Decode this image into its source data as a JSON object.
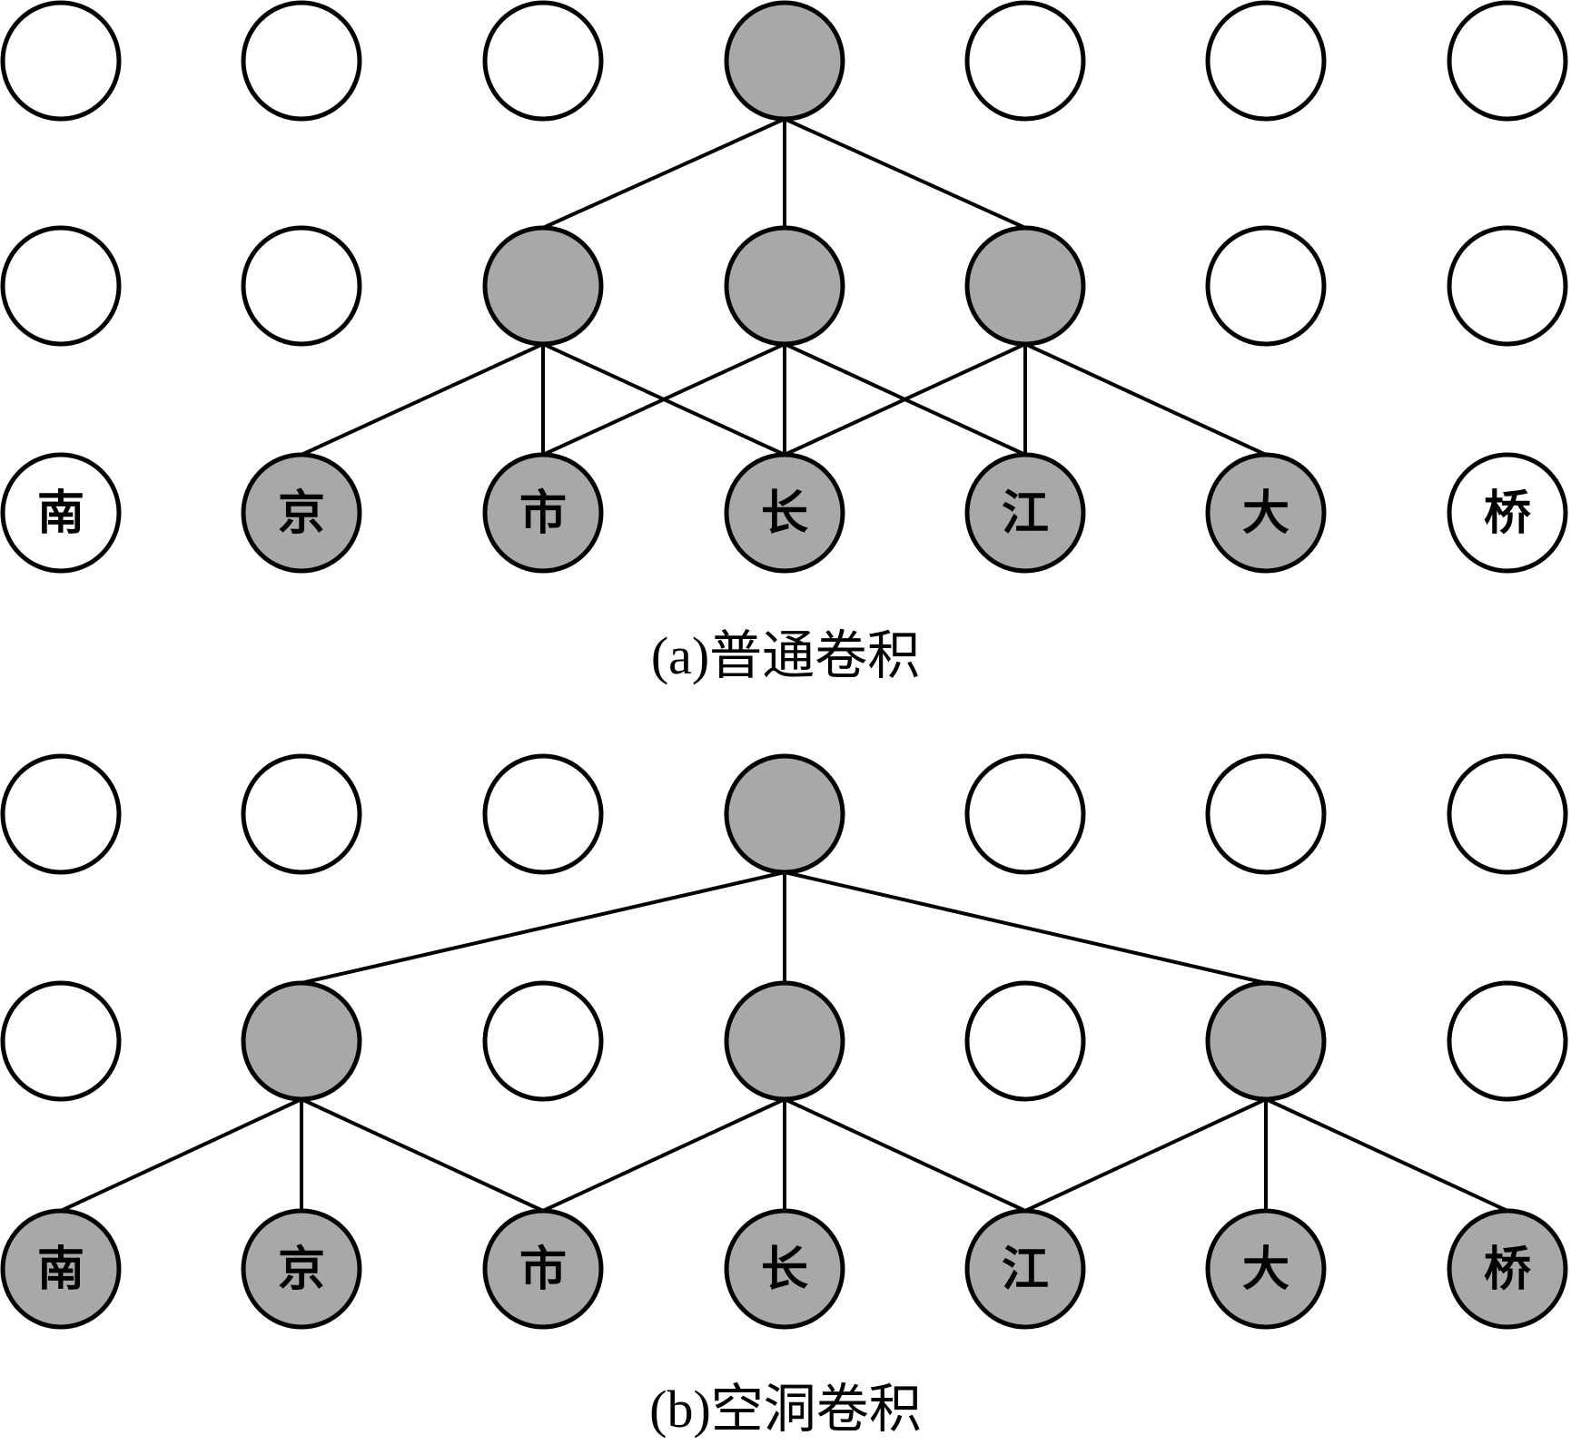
{
  "colors": {
    "active_fill": "#a8a8a8",
    "inactive_fill": "#ffffff",
    "stroke": "#000000"
  },
  "panels": [
    {
      "id": "a",
      "caption": "(a)普通卷积",
      "layers": [
        {
          "active": [
            false,
            false,
            false,
            true,
            false,
            false,
            false
          ]
        },
        {
          "active": [
            false,
            false,
            true,
            true,
            true,
            false,
            false
          ]
        },
        {
          "tokens": [
            "南",
            "京",
            "市",
            "长",
            "江",
            "大",
            "桥"
          ],
          "active": [
            false,
            true,
            true,
            true,
            true,
            true,
            false
          ]
        }
      ],
      "connections": [
        {
          "from": [
            0,
            3
          ],
          "to": [
            1,
            2
          ]
        },
        {
          "from": [
            0,
            3
          ],
          "to": [
            1,
            3
          ]
        },
        {
          "from": [
            0,
            3
          ],
          "to": [
            1,
            4
          ]
        },
        {
          "from": [
            1,
            2
          ],
          "to": [
            2,
            1
          ]
        },
        {
          "from": [
            1,
            2
          ],
          "to": [
            2,
            2
          ]
        },
        {
          "from": [
            1,
            2
          ],
          "to": [
            2,
            3
          ]
        },
        {
          "from": [
            1,
            3
          ],
          "to": [
            2,
            2
          ]
        },
        {
          "from": [
            1,
            3
          ],
          "to": [
            2,
            3
          ]
        },
        {
          "from": [
            1,
            3
          ],
          "to": [
            2,
            4
          ]
        },
        {
          "from": [
            1,
            4
          ],
          "to": [
            2,
            3
          ]
        },
        {
          "from": [
            1,
            4
          ],
          "to": [
            2,
            4
          ]
        },
        {
          "from": [
            1,
            4
          ],
          "to": [
            2,
            5
          ]
        }
      ]
    },
    {
      "id": "b",
      "caption": "(b)空洞卷积",
      "layers": [
        {
          "active": [
            false,
            false,
            false,
            true,
            false,
            false,
            false
          ]
        },
        {
          "active": [
            false,
            true,
            false,
            true,
            false,
            true,
            false
          ]
        },
        {
          "tokens": [
            "南",
            "京",
            "市",
            "长",
            "江",
            "大",
            "桥"
          ],
          "active": [
            true,
            true,
            true,
            true,
            true,
            true,
            true
          ]
        }
      ],
      "connections": [
        {
          "from": [
            0,
            3
          ],
          "to": [
            1,
            1
          ]
        },
        {
          "from": [
            0,
            3
          ],
          "to": [
            1,
            3
          ]
        },
        {
          "from": [
            0,
            3
          ],
          "to": [
            1,
            5
          ]
        },
        {
          "from": [
            1,
            1
          ],
          "to": [
            2,
            0
          ]
        },
        {
          "from": [
            1,
            1
          ],
          "to": [
            2,
            1
          ]
        },
        {
          "from": [
            1,
            1
          ],
          "to": [
            2,
            2
          ]
        },
        {
          "from": [
            1,
            3
          ],
          "to": [
            2,
            2
          ]
        },
        {
          "from": [
            1,
            3
          ],
          "to": [
            2,
            3
          ]
        },
        {
          "from": [
            1,
            3
          ],
          "to": [
            2,
            4
          ]
        },
        {
          "from": [
            1,
            5
          ],
          "to": [
            2,
            4
          ]
        },
        {
          "from": [
            1,
            5
          ],
          "to": [
            2,
            5
          ]
        },
        {
          "from": [
            1,
            5
          ],
          "to": [
            2,
            6
          ]
        }
      ]
    }
  ]
}
